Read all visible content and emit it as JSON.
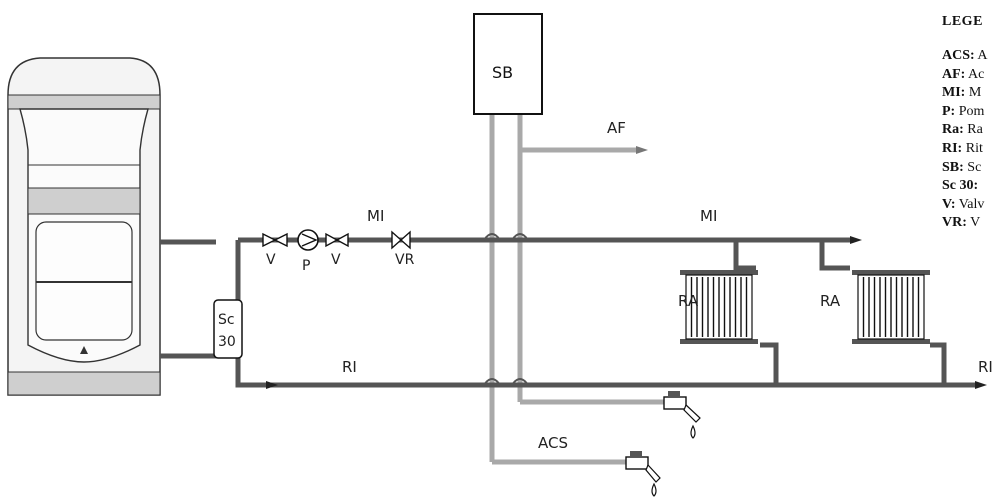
{
  "labels": {
    "sb": "SB",
    "af": "AF",
    "mi_left": "MI",
    "mi_right": "MI",
    "v_left": "V",
    "p": "P",
    "v_right": "V",
    "vr": "VR",
    "sc_line1": "Sc",
    "sc_line2": "30",
    "ra_left": "RA",
    "ra_right": "RA",
    "ri_left": "RI",
    "ri_right": "RI",
    "acs": "ACS"
  },
  "legend": {
    "title": "LEGE",
    "items": [
      {
        "key": "ACS:",
        "text": " A"
      },
      {
        "key": "AF:",
        "text": " Ac"
      },
      {
        "key": "MI:",
        "text": " M"
      },
      {
        "key": "P:",
        "text": " Pom"
      },
      {
        "key": "Ra:",
        "text": " Ra"
      },
      {
        "key": "RI:",
        "text": " Rit"
      },
      {
        "key": "SB:",
        "text": " Sc"
      },
      {
        "key": "Sc 30:",
        "text": ""
      },
      {
        "key": "V:",
        "text": " Valv"
      },
      {
        "key": "VR:",
        "text": " V"
      }
    ]
  },
  "colors": {
    "dark_pipe": "#555555",
    "light_pipe": "#a9a9a9",
    "line": "#222222",
    "boiler_fill": "#efefef",
    "boiler_band": "#cfcfcf"
  }
}
